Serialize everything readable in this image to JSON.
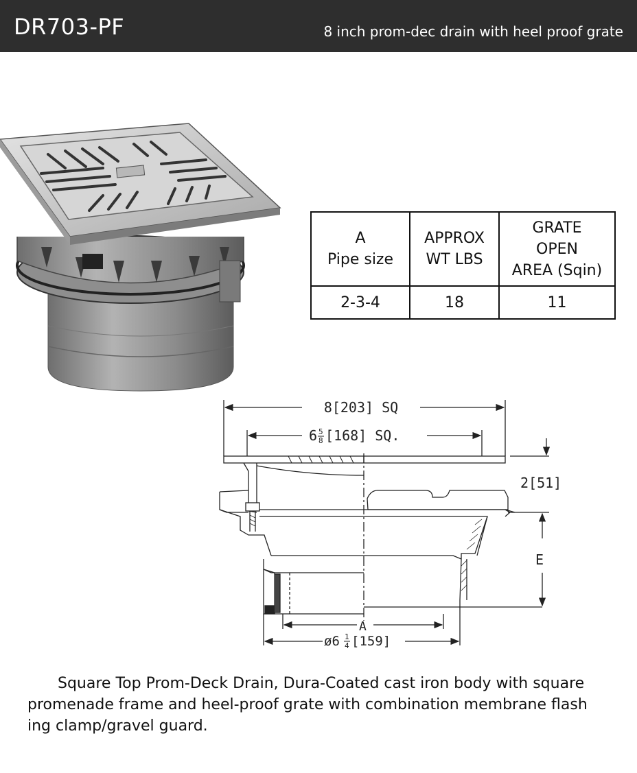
{
  "header": {
    "model": "DR703-PF",
    "subtitle": "8 inch prom-dec drain with heel proof grate"
  },
  "table": {
    "headers": [
      [
        "A",
        "Pipe size"
      ],
      [
        "APPROX",
        "WT LBS"
      ],
      [
        "GRATE",
        "OPEN",
        "AREA (Sqin)"
      ]
    ],
    "row": [
      "2-3-4",
      "18",
      "11"
    ]
  },
  "drawing": {
    "dim_overall": "8[203] SQ",
    "dim_inner_whole": "6",
    "dim_inner_num": "5",
    "dim_inner_den": "8",
    "dim_inner_rest": "[168] SQ.",
    "dim_height": "2[51]",
    "label_e": "E",
    "label_a": "A",
    "dim_base_pre": "ø6",
    "dim_base_num": "1",
    "dim_base_den": "4",
    "dim_base_rest": "[159]"
  },
  "description": {
    "line1": "Square Top Prom-Deck Drain, Dura-Coated cast iron body with square",
    "line2": "promenade frame and heel-proof grate with combination membrane flash",
    "line3": "ing clamp/gravel guard."
  },
  "colors": {
    "header_bg": "#2e2e2e",
    "steel": "#c9c9c9",
    "body_gray": "#9a9a9a"
  }
}
